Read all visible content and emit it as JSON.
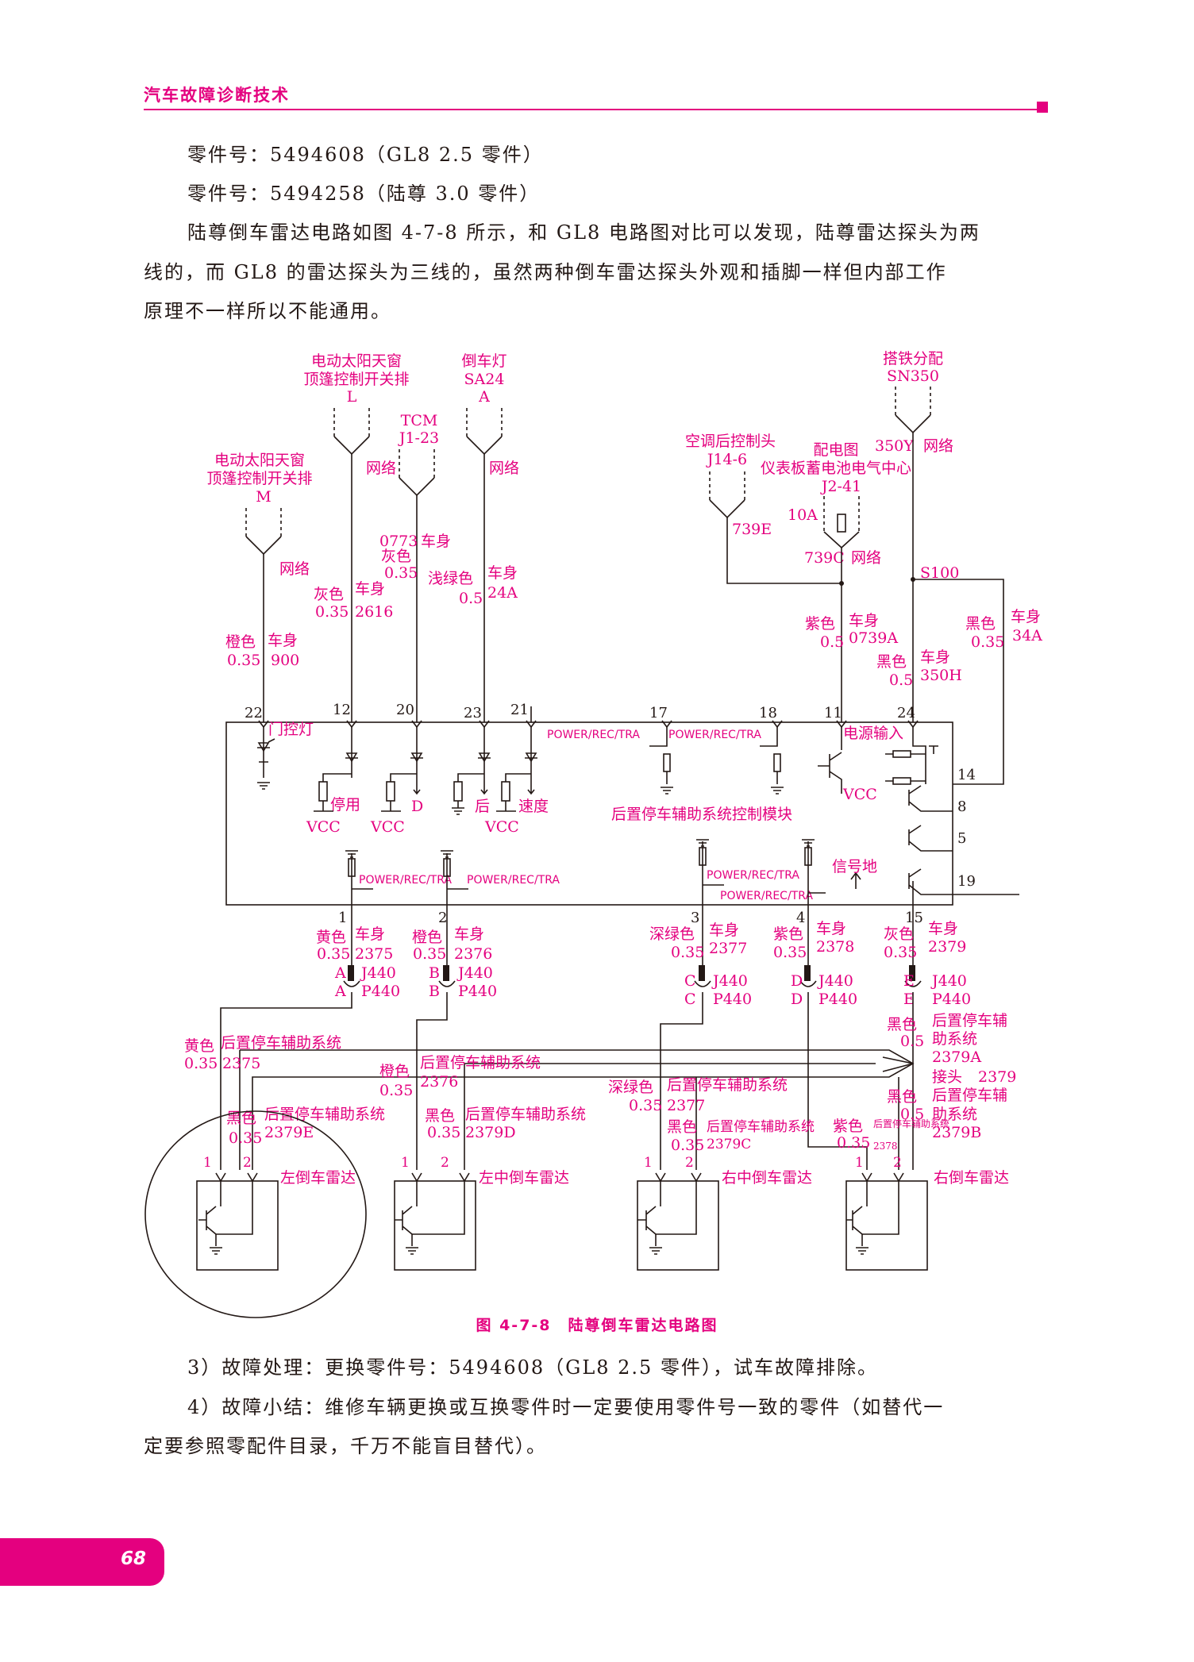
{
  "header": {
    "title": "汽车故障诊断技术"
  },
  "paragraphs": {
    "p1": "零件号：5494608（GL8 2.5 零件）",
    "p2": "零件号：5494258（陆尊 3.0 零件）",
    "p3_l1": "陆尊倒车雷达电路如图 4-7-8 所示，和 GL8 电路图对比可以发现，陆尊雷达探头为两",
    "p3_l2": "线的，而 GL8 的雷达探头为三线的，虽然两种倒车雷达探头外观和插脚一样但内部工作",
    "p3_l3": "原理不一样所以不能通用。",
    "p4": "3）故障处理：更换零件号：5494608（GL8 2.5 零件），试车故障排除。",
    "p5_l1": "4）故障小结：维修车辆更换或互换零件时一定要使用零件号一致的零件（如替代一",
    "p5_l2": "定要参照零配件目录，千万不能盲目替代）。"
  },
  "diagram": {
    "caption": "图 4-7-8　陆尊倒车雷达电路图",
    "sources": {
      "sunroof_m": [
        "电动太阳天窗",
        "顶篷控制开关排",
        "M"
      ],
      "sunroof_l": [
        "电动太阳天窗",
        "顶篷控制开关排",
        "L"
      ],
      "tcm": [
        "TCM",
        "J1-23"
      ],
      "reverse_lamp": [
        "倒车灯",
        "SA24",
        "A"
      ],
      "ac_rear": [
        "空调后控制头",
        "J14-6"
      ],
      "power_dist": [
        "配电图",
        "仪表板蓄电池电气中心",
        "J2-41"
      ],
      "ground_dist": [
        "搭铁分配",
        "SN350"
      ],
      "net": "网络",
      "fuse": "10A"
    },
    "wires": {
      "w900": [
        "橙色",
        "0.35",
        "车身",
        "900"
      ],
      "w2616": [
        "灰色",
        "0.35",
        "车身",
        "2616"
      ],
      "w0773": [
        "0773",
        "灰色",
        "0.35",
        "车身"
      ],
      "w24a": [
        "浅绿色",
        "0.5",
        "车身",
        "24A"
      ],
      "w739e": "739E",
      "w739c": "739C",
      "w0739a": [
        "紫色",
        "0.5",
        "车身",
        "0739A"
      ],
      "w350y": "350Y",
      "w350h": [
        "黑色",
        "0.5",
        "车身",
        "350H"
      ],
      "s100": "S100",
      "w34a": [
        "黑色",
        "0.35",
        "车身",
        "34A"
      ]
    },
    "module": {
      "title": "后置停车辅助系统控制模块",
      "power_in": "电源输入",
      "door_lamp": "门控灯",
      "signal_ground": "信号地",
      "stop_use": "停用",
      "rear": "后",
      "speed": "速度",
      "vcc": "VCC",
      "d": "D",
      "prt": "POWER/REC/TRA",
      "top_pins": [
        "22",
        "12",
        "20",
        "23",
        "21",
        "17",
        "18",
        "11",
        "24"
      ],
      "right_pins": [
        "14",
        "8",
        "5",
        "19"
      ],
      "bottom_pins": [
        "1",
        "2",
        "3",
        "4",
        "15"
      ]
    },
    "outputs": {
      "o1": [
        "黄色",
        "0.35",
        "车身",
        "2375",
        "A",
        "J440",
        "A",
        "P440"
      ],
      "o2": [
        "橙色",
        "0.35",
        "车身",
        "2376",
        "B",
        "J440",
        "B",
        "P440"
      ],
      "o3": [
        "深绿色",
        "0.35",
        "车身",
        "2377",
        "C",
        "J440",
        "C",
        "P440"
      ],
      "o4": [
        "紫色",
        "0.35",
        "车身",
        "2378",
        "D",
        "J440",
        "D",
        "P440"
      ],
      "o5": [
        "灰色",
        "0.35",
        "车身",
        "2379",
        "E",
        "J440",
        "E",
        "P440"
      ]
    },
    "harness": {
      "sys": "后置停车辅助系统",
      "sys_wrap": [
        "后置停车辅",
        "助系统"
      ],
      "l2375": [
        "黄色",
        "0.35",
        "2375"
      ],
      "l2376": [
        "橙色",
        "0.35",
        "2376"
      ],
      "l2377": [
        "深绿色",
        "0.35",
        "2377"
      ],
      "l2379e": [
        "黑色",
        "0.35",
        "2379E"
      ],
      "l2379d": [
        "黑色",
        "0.35",
        "2379D"
      ],
      "l2379c": [
        "黑色",
        "0.35",
        "2379C"
      ],
      "l2378": [
        "紫色",
        "0.35",
        "2378"
      ],
      "l2379a": [
        "黑色",
        "0.5",
        "2379A"
      ],
      "splice": [
        "接头",
        "2379"
      ],
      "l2379b": [
        "黑色",
        "0.5",
        "2379B"
      ]
    },
    "sensors": [
      "左倒车雷达",
      "左中倒车雷达",
      "右中倒车雷达",
      "右倒车雷达"
    ],
    "sensor_pins": [
      "1",
      "2"
    ]
  },
  "page_number": "68"
}
